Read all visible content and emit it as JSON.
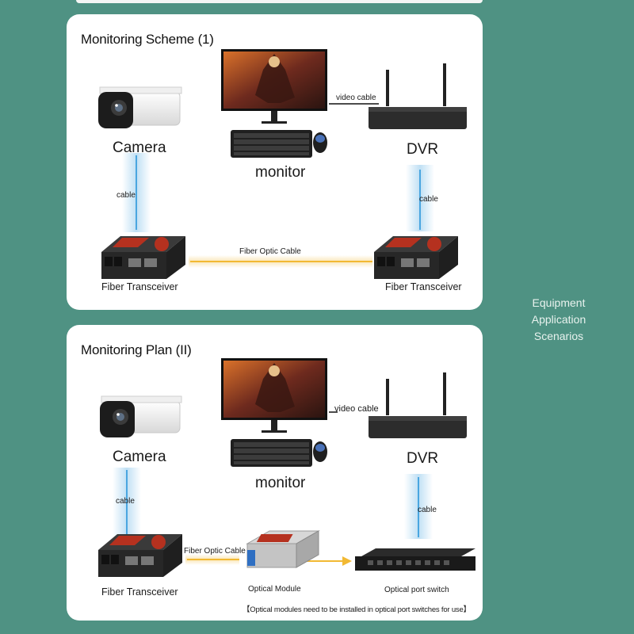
{
  "side_label": {
    "line1": "Equipment",
    "line2": "Application",
    "line3": "Scenarios"
  },
  "panel1": {
    "title": "Monitoring Scheme (1)",
    "camera_label": "Camera",
    "monitor_label": "monitor",
    "dvr_label": "DVR",
    "video_cable_label": "video cable",
    "cable_left_label": "cable",
    "cable_right_label": "cable",
    "fiber_cable_label": "Fiber Optic Cable",
    "transceiver_left_label": "Fiber Transceiver",
    "transceiver_right_label": "Fiber Transceiver"
  },
  "panel2": {
    "title": "Monitoring Plan (II)",
    "camera_label": "Camera",
    "monitor_label": "monitor",
    "dvr_label": "DVR",
    "video_cable_label": "video cable",
    "cable_left_label": "cable",
    "cable_right_label": "cable",
    "fiber_cable_label": "Fiber Optic Cable",
    "transceiver_label": "Fiber Transceiver",
    "optical_module_label": "Optical Module",
    "switch_label": "Optical port switch",
    "note": "【Optical modules need to be installed in optical port switches for use】"
  },
  "colors": {
    "background": "#4f9283",
    "panel": "#ffffff",
    "copper_cable": "#4aa6e0",
    "fiber_cable": "#f2b933"
  },
  "icons": [
    "camera-icon",
    "monitor-icon",
    "keyboard-icon",
    "mouse-icon",
    "dvr-router-icon",
    "fiber-transceiver-icon",
    "optical-module-icon",
    "optical-switch-icon"
  ]
}
